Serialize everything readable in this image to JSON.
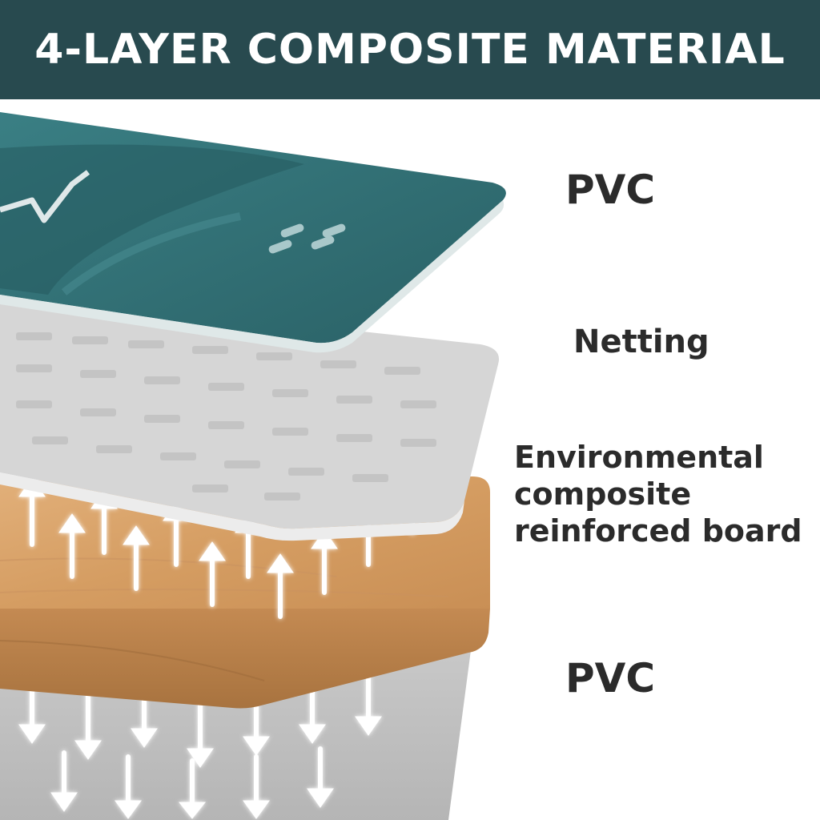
{
  "header": {
    "title": "4-LAYER COMPOSITE MATERIAL"
  },
  "layers": [
    {
      "label": "PVC"
    },
    {
      "label": "Netting"
    },
    {
      "label_lines": [
        "Environmental",
        "composite",
        "reinforced board"
      ]
    },
    {
      "label": "PVC"
    }
  ],
  "icons": {
    "top_layer_marks": [
      "zigzag-icon",
      "cross-icon"
    ],
    "board_arrows": "arrow-up-icon",
    "bottom_arrows": "arrow-down-icon"
  },
  "colors": {
    "banner": "#284a4f",
    "pvc_top": "#2f6b71",
    "netting": "#dcdcdc",
    "board": "#d9a46c",
    "pvc_bottom": "#cfcfcf",
    "label_text": "#2b2b2b"
  }
}
